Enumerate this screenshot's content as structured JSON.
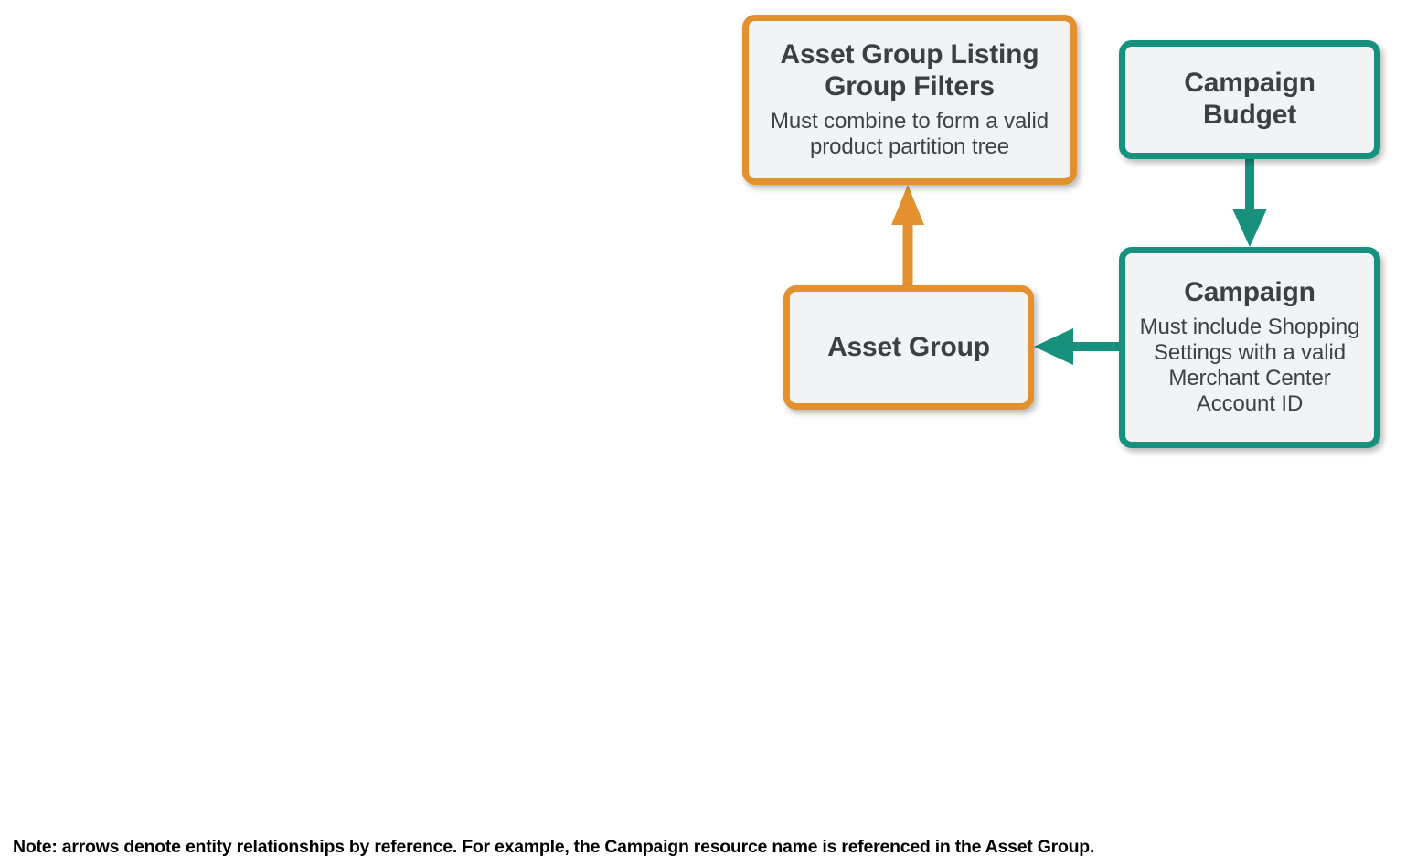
{
  "diagram": {
    "type": "entity-relationship",
    "colors": {
      "orange": "#E3912E",
      "teal": "#17907E",
      "node_fill": "#f1f3f4",
      "text": "#3c4043",
      "note_text": "#000000"
    },
    "nodes": [
      {
        "id": "asset-group-listing-group-filters",
        "title": "Asset Group Listing Group Filters",
        "description": "Must combine to form a valid product partition tree",
        "color": "orange"
      },
      {
        "id": "campaign-budget",
        "title": "Campaign Budget",
        "description": "",
        "color": "teal"
      },
      {
        "id": "asset-group",
        "title": "Asset Group",
        "description": "",
        "color": "orange"
      },
      {
        "id": "campaign",
        "title": "Campaign",
        "description": "Must include Shopping Settings with a valid Merchant Center Account ID",
        "color": "teal"
      }
    ],
    "edges": [
      {
        "id": "asset-group-to-filters",
        "from": "asset-group",
        "to": "asset-group-listing-group-filters",
        "direction": "up",
        "color": "orange"
      },
      {
        "id": "budget-to-campaign",
        "from": "campaign-budget",
        "to": "campaign",
        "direction": "down",
        "color": "teal"
      },
      {
        "id": "campaign-to-asset-group",
        "from": "campaign",
        "to": "asset-group",
        "direction": "left",
        "color": "teal"
      }
    ]
  },
  "note": {
    "text": "Note: arrows denote entity relationships by reference. For example, the Campaign resource name is referenced in the Asset Group."
  }
}
